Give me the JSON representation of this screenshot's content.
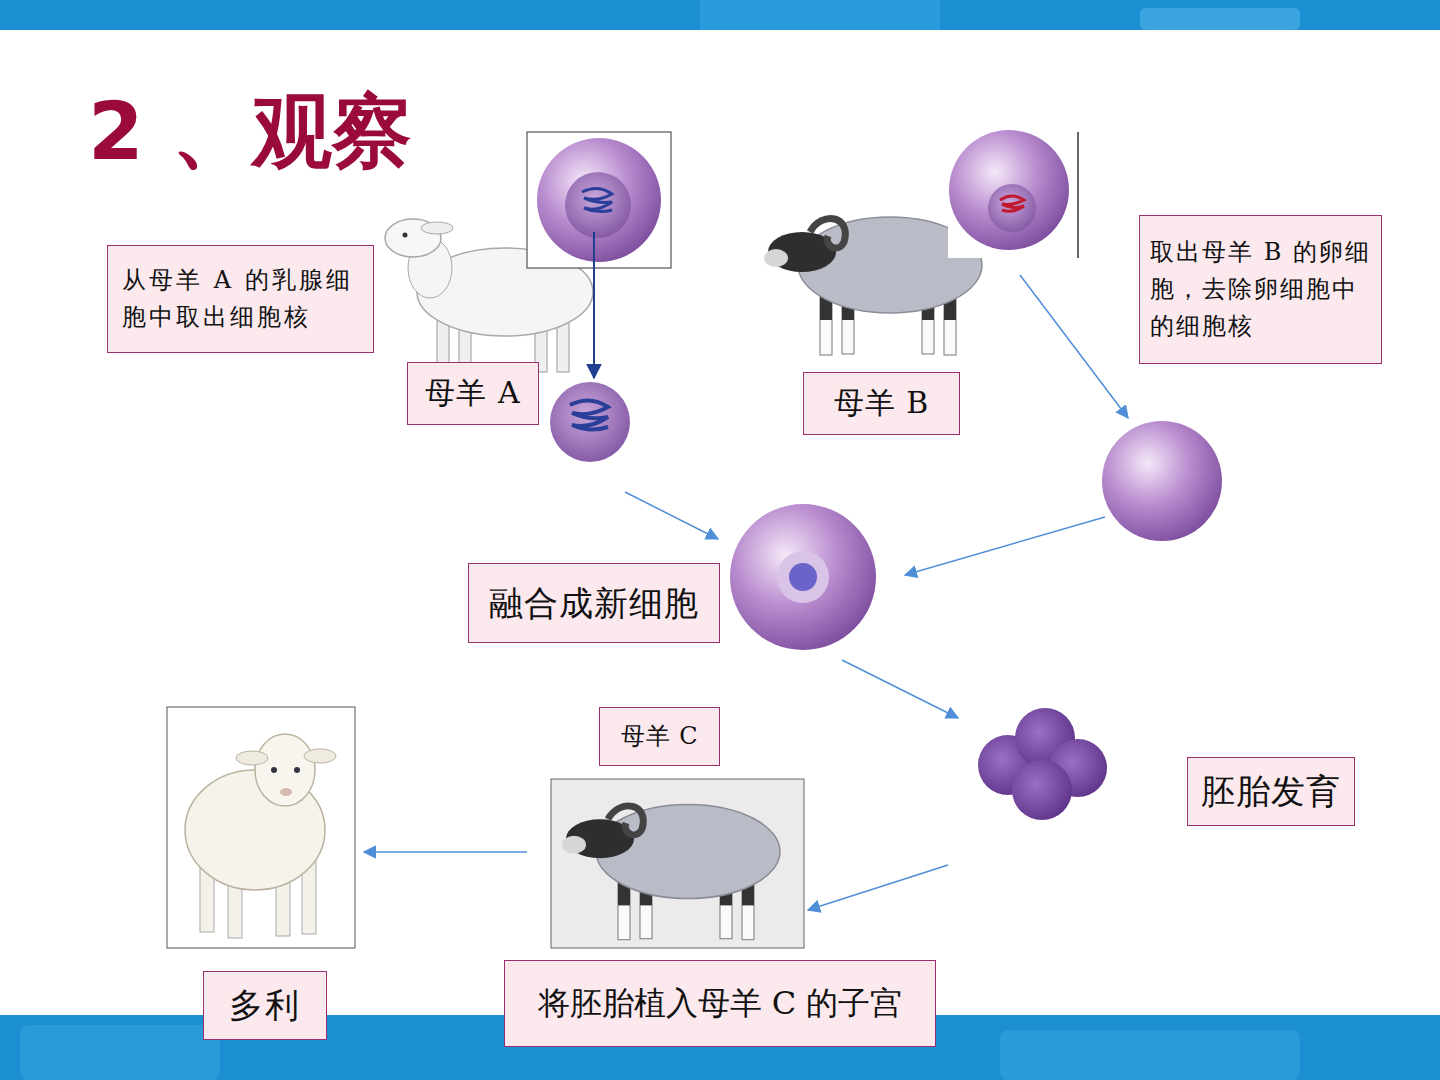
{
  "diagram": {
    "title": "2 、观察",
    "nodes": [
      {
        "text": [
          "从母羊 A 的乳腺细胞中取出细胞核"
        ]
      },
      {
        "text": [
          "母羊 A"
        ]
      },
      {
        "text": [
          "母羊 B"
        ]
      },
      {
        "text": [
          "取出母羊 B 的卵细胞，去除卵细胞中的细胞核"
        ]
      },
      {
        "text": [
          "融合成新细胞"
        ]
      },
      {
        "text": [
          "胚胎发育"
        ]
      },
      {
        "text": [
          "母羊 C"
        ]
      },
      {
        "text": [
          "将胚胎植入母羊 C 的子宫"
        ]
      },
      {
        "text": [
          "多利"
        ]
      }
    ]
  }
}
